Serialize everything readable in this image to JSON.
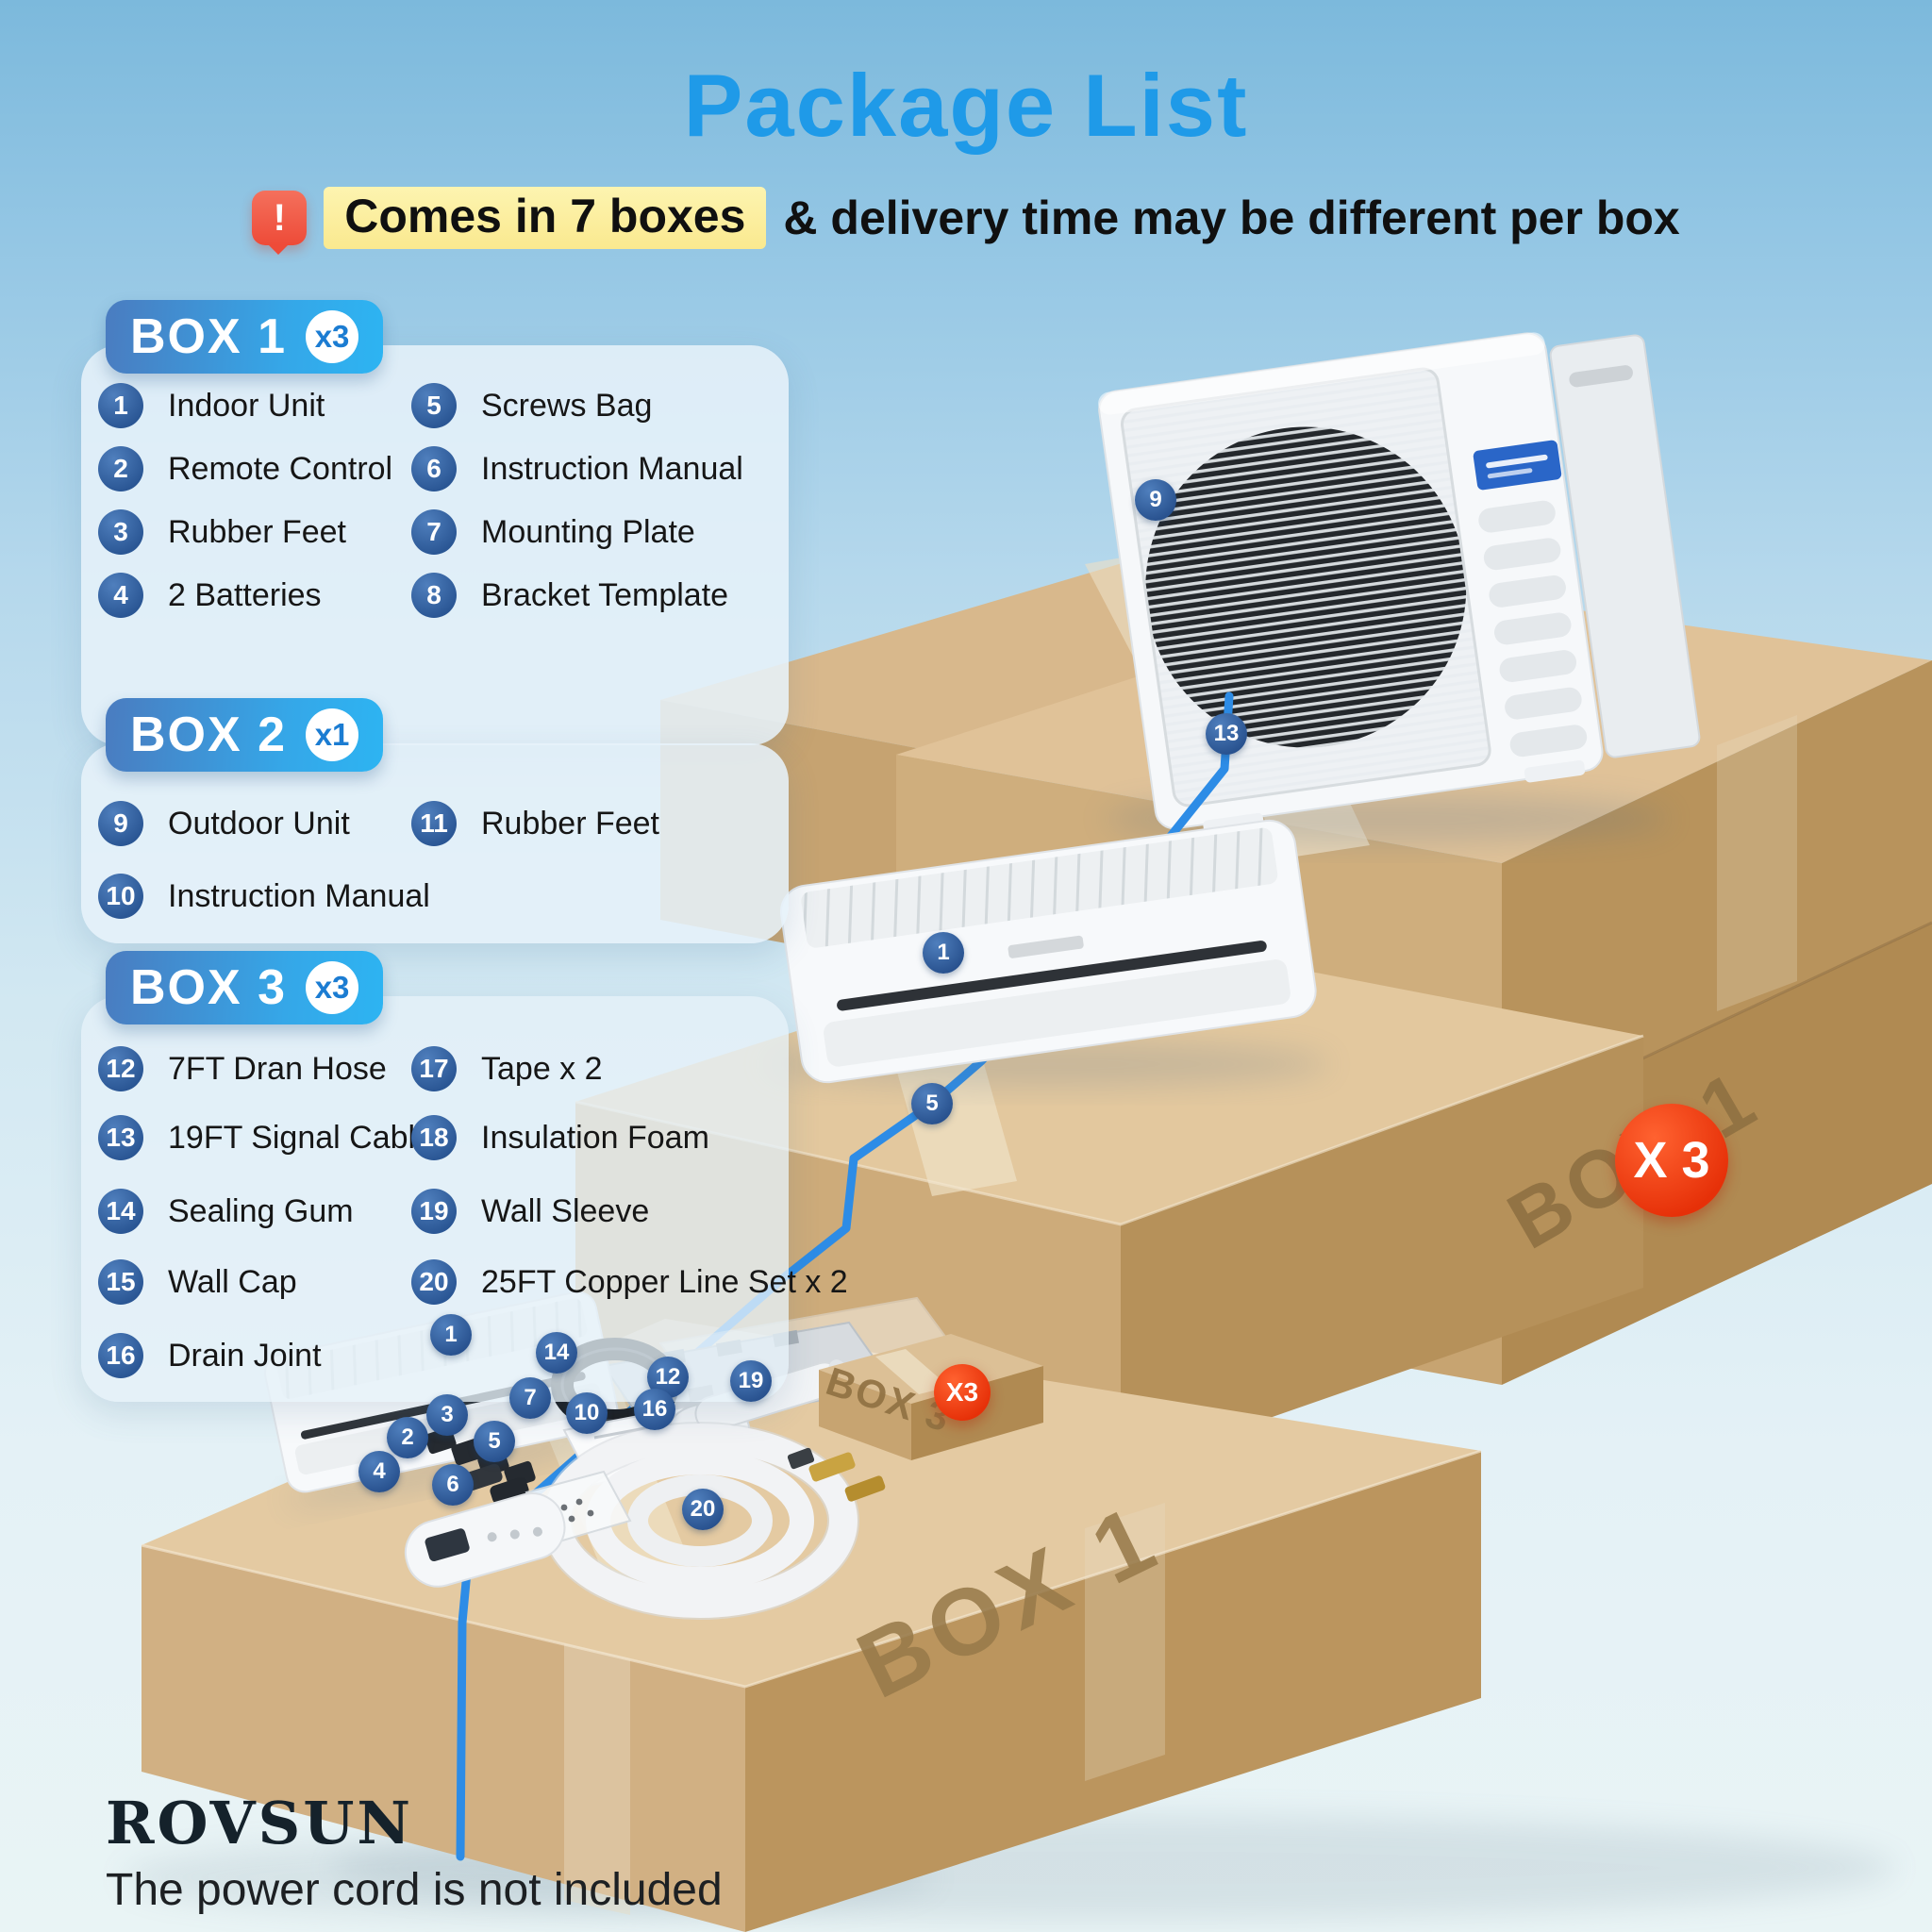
{
  "header": {
    "title": "Package List",
    "alert_icon": "!",
    "note_highlight": "Comes in 7 boxes",
    "note_rest": "& delivery time may be different per box"
  },
  "boxes": [
    {
      "name": "BOX 1",
      "qty": "x3",
      "items": [
        {
          "num": "1",
          "label": "Indoor Unit"
        },
        {
          "num": "2",
          "label": "Remote Control"
        },
        {
          "num": "3",
          "label": "Rubber Feet"
        },
        {
          "num": "4",
          "label": "2 Batteries"
        },
        {
          "num": "5",
          "label": "Screws Bag"
        },
        {
          "num": "6",
          "label": "Instruction Manual"
        },
        {
          "num": "7",
          "label": "Mounting Plate"
        },
        {
          "num": "8",
          "label": "Bracket Template"
        }
      ]
    },
    {
      "name": "BOX 2",
      "qty": "x1",
      "items": [
        {
          "num": "9",
          "label": "Outdoor Unit"
        },
        {
          "num": "10",
          "label": "Instruction Manual"
        },
        {
          "num": "11",
          "label": "Rubber Feet"
        }
      ]
    },
    {
      "name": "BOX 3",
      "qty": "x3",
      "items": [
        {
          "num": "12",
          "label": "7FT Dran Hose"
        },
        {
          "num": "13",
          "label": "19FT Signal Cable"
        },
        {
          "num": "14",
          "label": "Sealing Gum"
        },
        {
          "num": "15",
          "label": "Wall Cap"
        },
        {
          "num": "16",
          "label": "Drain Joint"
        },
        {
          "num": "17",
          "label": "Tape x 2"
        },
        {
          "num": "18",
          "label": "Insulation Foam"
        },
        {
          "num": "19",
          "label": "Wall Sleeve"
        },
        {
          "num": "20",
          "label": "25FT Copper Line Set x 2"
        }
      ]
    }
  ],
  "scene": {
    "stack_label": "BOX 1",
    "stack_badge": "X 3",
    "small_box_label": "BOX 3",
    "small_box_badge": "X3",
    "front_box_label": "BOX 1",
    "badges": [
      {
        "num": "9"
      },
      {
        "num": "13"
      },
      {
        "num": "1"
      },
      {
        "num": "5"
      },
      {
        "num": "1"
      },
      {
        "num": "2"
      },
      {
        "num": "3"
      },
      {
        "num": "4"
      },
      {
        "num": "5"
      },
      {
        "num": "6"
      },
      {
        "num": "7"
      },
      {
        "num": "10"
      },
      {
        "num": "12"
      },
      {
        "num": "14"
      },
      {
        "num": "16"
      },
      {
        "num": "19"
      },
      {
        "num": "20"
      }
    ]
  },
  "footer": {
    "brand": "ROVSUN",
    "note": "The power cord is not included"
  },
  "colors": {
    "accent_blue": "#1f9ae8",
    "pill_blue": "#35a7e8",
    "badge_blue": "#2a5694",
    "alert_red": "#ee4b38",
    "box_badge_red": "#e63008",
    "highlight_yellow": "#fae98f",
    "cable_blue": "#2d8ce6",
    "cardboard_top": "#e3c89e",
    "cardboard_front": "#cdab7a",
    "cardboard_side": "#b6915a"
  }
}
